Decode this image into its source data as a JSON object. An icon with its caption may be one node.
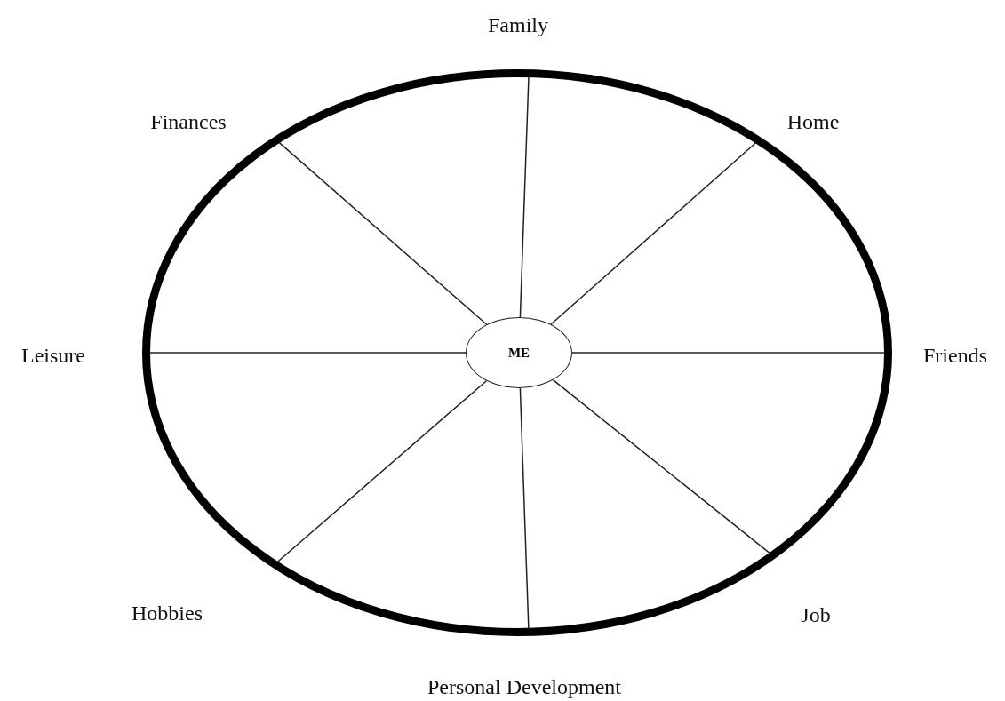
{
  "diagram": {
    "nodes": [
      {
        "text": [],
        "shape": "ellipse"
      },
      {
        "text": [
          "ME"
        ],
        "in": 0
      }
    ],
    "edges": [
      {
        "from": 1,
        "to": 0,
        "arrow": "none"
      },
      {
        "from": 1,
        "to": 0,
        "arrow": "none"
      },
      {
        "from": 1,
        "to": 0,
        "arrow": "none"
      },
      {
        "from": 1,
        "to": 0,
        "arrow": "none"
      },
      {
        "from": 1,
        "to": 0,
        "arrow": "none"
      },
      {
        "from": 1,
        "to": 0,
        "arrow": "none"
      },
      {
        "from": 1,
        "to": 0,
        "arrow": "none"
      },
      {
        "from": 1,
        "to": 0,
        "arrow": "none"
      }
    ],
    "labels": [
      "Family",
      "Finances",
      "Home",
      "Leisure",
      "Friends",
      "Hobbies",
      "Job",
      "Personal Development"
    ]
  }
}
